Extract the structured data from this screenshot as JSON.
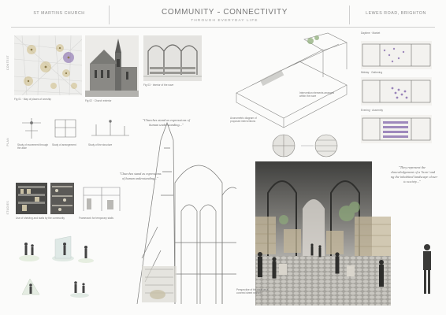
{
  "header": {
    "left_label": "ST MARTINS CHURCH",
    "title_left": "COMMUNITY",
    "title_right": "CONNECTIVITY",
    "subtitle": "THROUGH  EVERYDAY  LIFE",
    "right_label": "LEWES ROAD, BRIGHTON"
  },
  "section_labels": {
    "row1": "CONTEXT",
    "row2": "PLAN",
    "row3": "STUDIES"
  },
  "quotes": {
    "center": "\"Churches stand as expressions of human understanding...\"",
    "right": "\"They represent the acknowledgement of a 'born' and bring the inhabited landscape closer to society...\""
  },
  "colors": {
    "paper": "#fbfbfa",
    "accent_purple": "#7b5ea7",
    "accent_green": "#8fae7b",
    "ink": "#555555"
  }
}
